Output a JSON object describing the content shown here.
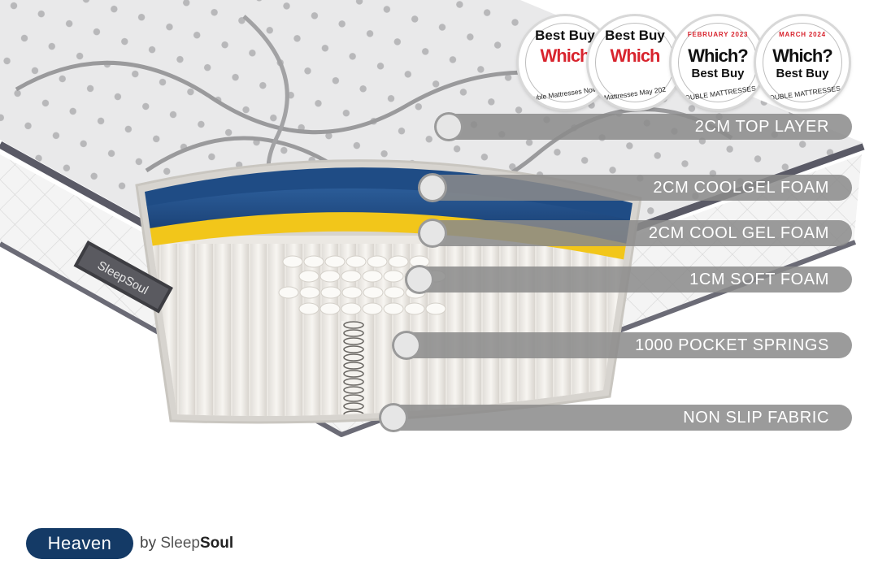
{
  "layers": [
    {
      "label": "2CM TOP LAYER"
    },
    {
      "label": "2CM COOLGEL FOAM"
    },
    {
      "label": "2CM COOL GEL FOAM"
    },
    {
      "label": "1CM SOFT FOAM"
    },
    {
      "label": "1000 POCKET SPRINGS"
    },
    {
      "label": "NON SLIP FABRIC"
    }
  ],
  "badges": [
    {
      "top": "Best Buy",
      "brand": "Which",
      "bottom": "Double Mattresses Novem",
      "brand_color": "#d8242e"
    },
    {
      "top": "Best Buy",
      "brand": "Which",
      "bottom": "Mattresses May 202",
      "brand_color": "#d8242e"
    },
    {
      "top": "FEBRUARY 2023",
      "brand": "Which?",
      "sub": "Best Buy",
      "bottom": "DOUBLE MATTRESSES",
      "brand_color": "#111111"
    },
    {
      "top": "MARCH 2024",
      "brand": "Which?",
      "sub": "Best Buy",
      "bottom": "DOUBLE MATTRESSES",
      "brand_color": "#111111"
    }
  ],
  "mattress_tag": "SleepSoul",
  "brand": {
    "product": "Heaven",
    "by": "by",
    "sleep": "Sleep",
    "soul": "Soul"
  },
  "colors": {
    "accent": "#143a66",
    "pill": "#8a8a8a"
  }
}
